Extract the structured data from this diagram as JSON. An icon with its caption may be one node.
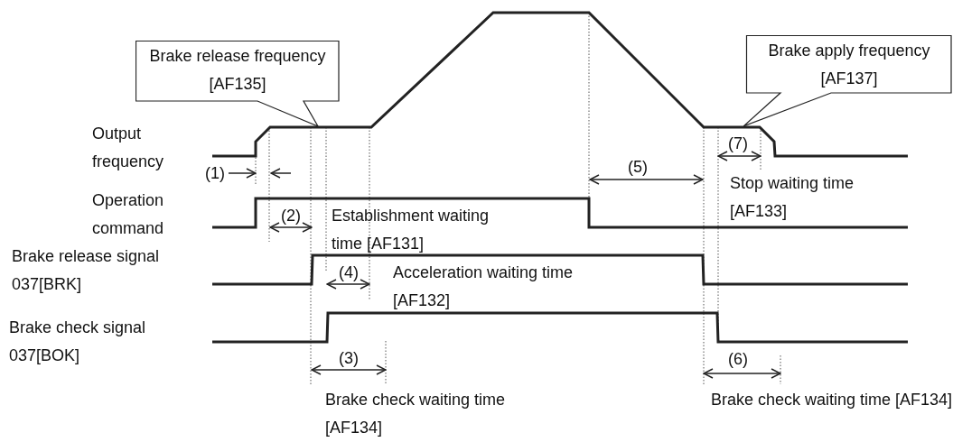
{
  "diagram": {
    "nodes": [
      {
        "text": [
          "Brake release frequency [AF135]"
        ]
      },
      {
        "text": [
          "Brake apply frequency [AF137]"
        ]
      }
    ],
    "labels": [
      "Output frequency",
      "(1)",
      "Operation command",
      "(2)",
      "Establishment waiting time [AF131]",
      "Brake release signal 037[BRK]",
      "(4)",
      "Acceleration waiting time [AF132]",
      "Brake check signal 037[BOK]",
      "(3)",
      "Brake check waiting time [AF134]",
      "(5)",
      "(7)",
      "Stop waiting time [AF133]",
      "(6)",
      "Brake check waiting time [AF134]"
    ]
  }
}
